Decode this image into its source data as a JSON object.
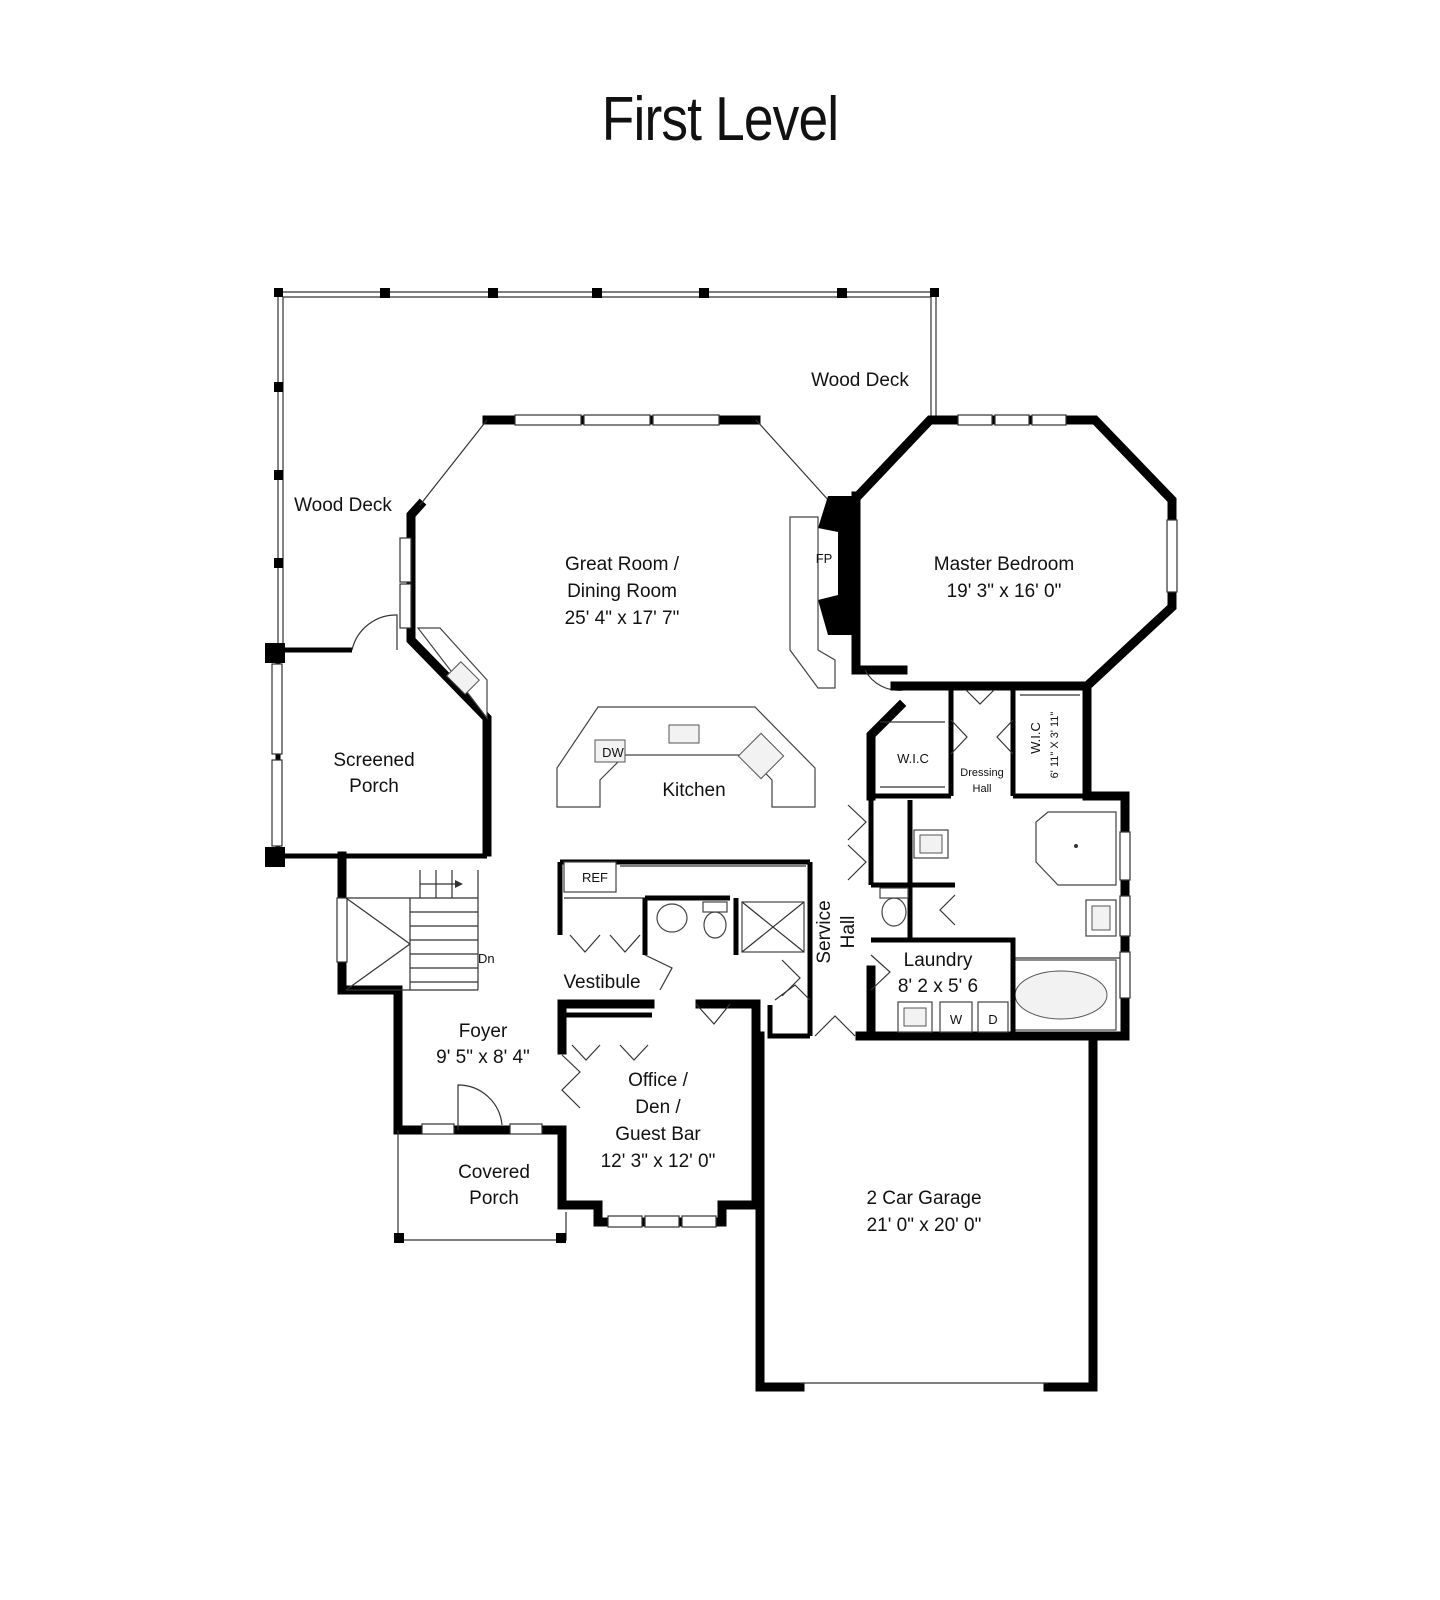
{
  "title": "First Level",
  "rooms": {
    "wood_deck_top": "Wood Deck",
    "wood_deck_left": "Wood Deck",
    "great_room": {
      "name_line1": "Great Room /",
      "name_line2": "Dining Room",
      "size": "25' 4\" x 17' 7\""
    },
    "master_bedroom": {
      "name": "Master Bedroom",
      "size": "19' 3\" x 16' 0\""
    },
    "fireplace": "FP",
    "screened_porch": {
      "line1": "Screened",
      "line2": "Porch"
    },
    "kitchen": "Kitchen",
    "dishwasher": "DW",
    "wic_left": "W.I.C",
    "wic_right": {
      "name": "W.I.C",
      "size": "6' 11\" X 3' 11\""
    },
    "dressing_hall": {
      "line1": "Dressing",
      "line2": "Hall"
    },
    "refrigerator": "REF",
    "stairs_down": "Dn",
    "service_hall": {
      "line1": "Service",
      "line2": "Hall"
    },
    "laundry": {
      "name": "Laundry",
      "size": "8' 2 x 5' 6"
    },
    "washer": "W",
    "dryer": "D",
    "vestibule": "Vestibule",
    "foyer": {
      "name": "Foyer",
      "size": "9' 5\" x 8' 4\""
    },
    "office": {
      "line1": "Office /",
      "line2": "Den /",
      "line3": "Guest Bar",
      "size": "12' 3\" x 12' 0\""
    },
    "covered_porch": {
      "line1": "Covered",
      "line2": "Porch"
    },
    "garage": {
      "name": "2 Car Garage",
      "size": "21' 0\" x 20' 0\""
    }
  }
}
